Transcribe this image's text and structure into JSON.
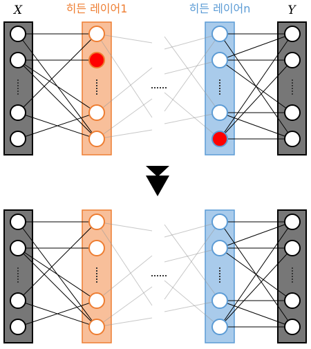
{
  "labels": {
    "input": "X",
    "hidden1": "히든 레이어1",
    "hiddenN": "히든 레이어n",
    "output": "Y"
  },
  "colors": {
    "input_fill": "#777777",
    "hidden1_fill": "#f8bf9a",
    "hidden1_stroke": "#ee7d31",
    "hiddenN_fill": "#a9cbeb",
    "hiddenN_stroke": "#5b9bd5",
    "dropped_node": "#ff0000",
    "arrow": "#000000"
  },
  "icons": {
    "transition_arrow": "double-down-arrow-icon",
    "ellipsis": "horizontal-ellipsis-icon"
  },
  "panels": [
    {
      "id": "before-dropout",
      "dropped_hidden1": [
        1
      ],
      "dropped_hiddenN": [
        3
      ]
    },
    {
      "id": "after-dropout",
      "dropped_hidden1": [],
      "dropped_hiddenN": []
    }
  ]
}
